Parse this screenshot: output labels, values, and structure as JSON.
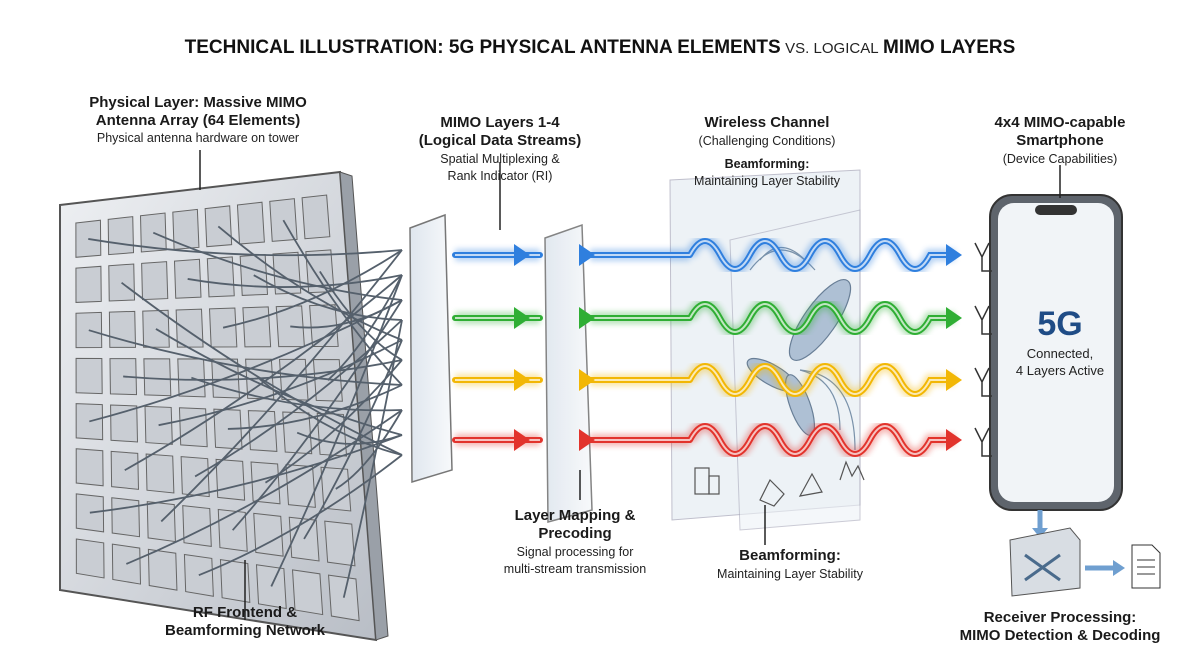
{
  "title": {
    "part1": "TECHNICAL ILLUSTRATION: 5G PHYSICAL ANTENNA ELEMENTS",
    "vs": "VS. LOGICAL",
    "part2": "MIMO LAYERS"
  },
  "physical": {
    "l1": "Physical Layer: Massive MIMO",
    "l2": "Antenna Array (64 Elements)",
    "sub": "Physical antenna hardware on tower"
  },
  "layers": {
    "l1": "MIMO Layers 1-4",
    "l2": "(Logical Data Streams)",
    "s1": "Spatial Multiplexing &",
    "s2": "Rank Indicator (RI)"
  },
  "channel": {
    "l1": "Wireless Channel",
    "sub": "(Challenging Conditions)",
    "bf": "Beamforming:",
    "bf_sub": "Maintaining Layer Stability"
  },
  "phone": {
    "l1": "4x4 MIMO-capable",
    "l2": "Smartphone",
    "sub": "(Device Capabilities)",
    "screen_big": "5G",
    "screen_l1": "Connected,",
    "screen_l2": "4 Layers Active"
  },
  "mapping": {
    "l1": "Layer Mapping &",
    "l2": "Precoding",
    "s1": "Signal processing for",
    "s2": "multi-stream transmission"
  },
  "beam2": {
    "l1": "Beamforming:",
    "sub": "Maintaining Layer Stability"
  },
  "rf": {
    "l1": "RF Frontend &",
    "l2": "Beamforming Network"
  },
  "receiver": {
    "l1": "Receiver Processing:",
    "l2": "MIMO Detection & Decoding"
  },
  "colors": {
    "blue": "#2f7fde",
    "green": "#2fae34",
    "yellow": "#f2b705",
    "red": "#e2332c"
  }
}
